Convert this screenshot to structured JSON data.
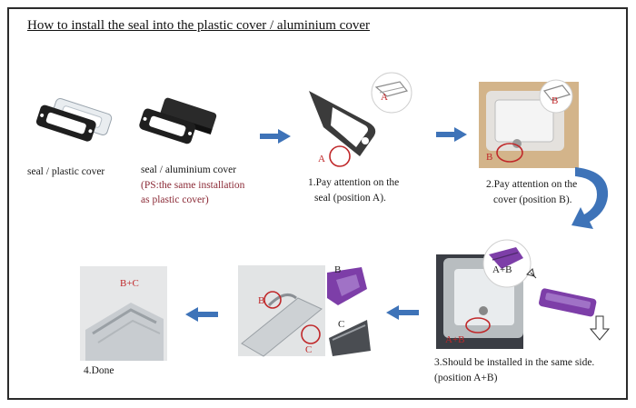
{
  "title": "How to install the seal into the plastic cover / aluminium cover",
  "captions": {
    "seal_plastic": "seal / plastic cover",
    "seal_aluminium": "seal / aluminium cover",
    "ps_line1": "(PS:the same installation",
    "ps_line2": "as plastic cover)",
    "step1_line1": "1.Pay attention on the",
    "step1_line2": "seal (position A).",
    "step2_line1": "2.Pay attention on the",
    "step2_line2": "cover (position B).",
    "step3_line1": "3.Should be installed in the same side.",
    "step3_line2": "(position A+B)",
    "step4": "4.Done"
  },
  "labels": {
    "a": "A",
    "b": "B",
    "c": "C",
    "ab": "A+B",
    "bc": "B+C"
  },
  "colors": {
    "arrow": "#3e73b8",
    "marker": "#c0282a",
    "seal": "#1c1c1c",
    "purple_part": "#7d3ea8"
  }
}
